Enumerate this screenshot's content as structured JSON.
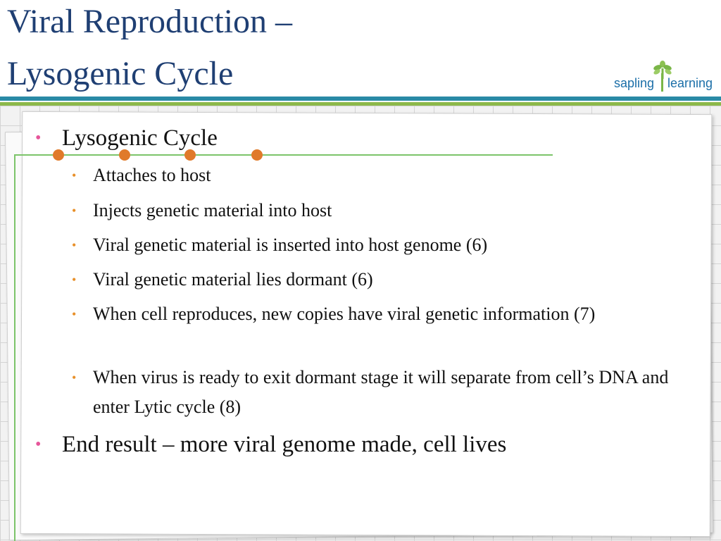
{
  "slide": {
    "title_line1": "Viral Reproduction –",
    "title_line2": "Lysogenic Cycle"
  },
  "logo": {
    "word1": "sapling",
    "word2": "learning",
    "colors": {
      "text": "#1b6fa8",
      "leaf": "#7ab648"
    }
  },
  "colors": {
    "title": "#1f3f73",
    "band_blue": "#2a8aa6",
    "band_green": "#8cb84a",
    "level1_bullet": "#e6559a",
    "level2_bullet": "#e8902a",
    "decor_dot": "#e07a2a",
    "decor_line": "#7cc46a"
  },
  "bullets": {
    "lysogenic": {
      "text": "Lysogenic Cycle",
      "sub": [
        "Attaches to host",
        "Injects genetic material into host",
        "Viral genetic material is inserted into host genome (6)",
        "Viral genetic material lies dormant (6)",
        "When cell reproduces, new copies have viral genetic information (7)",
        "When virus is ready to exit dormant stage it will separate from cell’s DNA and enter Lytic cycle (8)"
      ]
    },
    "end_result": "End result – more viral genome made, cell lives"
  },
  "bullet_glyph": "•"
}
